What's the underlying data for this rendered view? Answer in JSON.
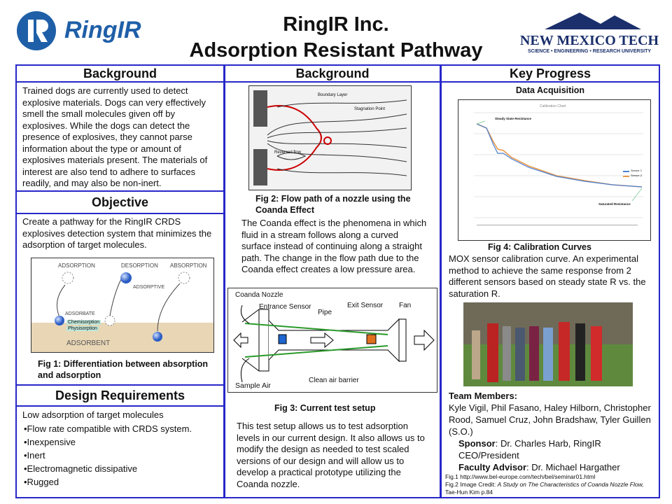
{
  "header": {
    "logo_left": "RingIR",
    "title_line1": "RingIR Inc.",
    "title_line2": "Adsorption Resistant Pathway",
    "logo_right_main": "NEW MEXICO TECH",
    "logo_right_sub": "SCIENCE • ENGINEERING • RESEARCH UNIVERSITY"
  },
  "col1": {
    "background_heading": "Background",
    "background_text": "Trained dogs are currently used to detect explosive materials. Dogs can very effectively smell the small molecules given off by explosives. While the dogs can detect the presence of explosives, they cannot parse information about the type or amount of explosives materials present. The materials of interest are also tend to adhere to surfaces readily, and may also be non-inert.",
    "objective_heading": "Objective",
    "objective_text": "Create a pathway for the RingIR CRDS explosives detection system that minimizes the adsorption of target molecules.",
    "fig1": {
      "adsorption_left": "ADSORPTION",
      "desorption": "DESORPTION",
      "adsorption_right": "ABSORPTION",
      "adsorptive": "ADSORPTIVE",
      "adsorbate": "ADSORBATE",
      "chemisorption": "Chemisorption",
      "physisorption": "Physisorption",
      "adsorbent": "ADSORBENT",
      "caption": "Fig 1: Differentiation between absorption and adsorption"
    },
    "design_heading": "Design Requirements",
    "design_intro": "Low adsorption of target molecules",
    "design_items": [
      "•Flow rate compatible with CRDS system.",
      "•Inexpensive",
      "•Inert",
      "•Electromagnetic dissipative",
      "•Rugged"
    ]
  },
  "col2": {
    "background_heading": "Background",
    "fig2": {
      "boundary_layer": "Boundary Layer",
      "stagnation_point": "Stagnation Point",
      "reversed_flow": "Reversed flow",
      "caption": "Fig 2: Flow path of a nozzle using the Coanda Effect"
    },
    "coanda_text": "The Coanda effect is the phenomena in which fluid in a stream follows along a curved surface instead of continuing along a straight path. The change in the flow path due to the Coanda effect creates a low pressure area.",
    "fig3": {
      "coanda_nozzle": "Coanda Nozzle",
      "entrance_sensor": "Entrance Sensor",
      "pipe": "Pipe",
      "exit_sensor": "Exit Sensor",
      "fan": "Fan",
      "sample_air": "Sample Air",
      "clean_air": "Clean air barrier",
      "caption": "Fig 3: Current test setup"
    },
    "test_text": "This test setup allows us to test adsorption levels in our current design. It also allows us to modify the design as needed to test scaled versions of our design and will allow us to develop a practical prototype utilizing the Coanda nozzle."
  },
  "col3": {
    "key_heading": "Key Progress",
    "data_acq": "Data Acquisition",
    "fig4": {
      "chart_title": "Calibration Chart",
      "steady_label": "Steady State Resistance",
      "saturated_label": "Saturated Resistance",
      "legend1": "Sensor 1",
      "legend2": "Sensor 2",
      "caption": "Fig 4: Calibration Curves"
    },
    "mox_text": "MOX sensor calibration curve. An experimental method to achieve the same response from 2 different sensors based on steady state R vs. the saturation R.",
    "team_label": "Team Members:",
    "team_names": "Kyle Vigil, Phil Fasano, Haley Hilborn, Christopher Rood, Samuel Cruz, John Bradshaw,  Tyler Guillen (S.O.)",
    "sponsor_label": "Sponsor",
    "sponsor_text": ": Dr. Charles Harb, RingIR CEO/President",
    "advisor_label": "Faculty Advisor",
    "advisor_text": ": Dr. Michael Hargather",
    "ref1": "Fig.1  http://www.bel-europe.com/tech/bel/seminar01.html",
    "ref2_prefix": "Fig.2 Image Credit: ",
    "ref2_italic": "A Study on The Characteristics of Coanda Nozzle Flow,",
    "ref2_suffix": " Tae-Hun Kim p.84"
  },
  "colors": {
    "border": "#2727c9",
    "brand_blue": "#1f5fa8",
    "nmt_blue": "#1a2f6b",
    "orange": "#e0701e",
    "chart_blue": "#4a7fd4",
    "chart_orange": "#e89a4a"
  }
}
